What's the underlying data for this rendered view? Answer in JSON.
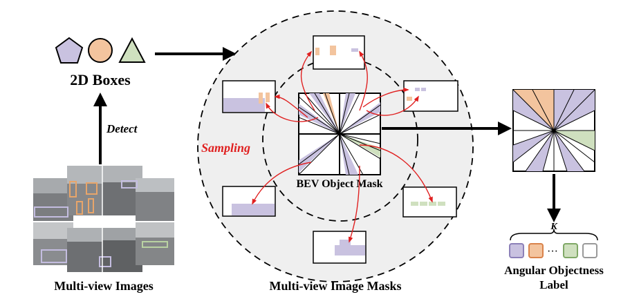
{
  "labels": {
    "boxes_title": "2D Boxes",
    "detect": "Detect",
    "sampling": "Sampling",
    "bev_mask": "BEV Object Mask",
    "multi_view_images": "Multi-view Images",
    "multi_view_masks": "Multi-view Image Masks",
    "k_symbol": "K",
    "dots": "···",
    "angular_line1": "Angular Objectness",
    "angular_line2": "Label"
  },
  "shapes": [
    "pentagon",
    "circle",
    "triangle"
  ],
  "colors": {
    "purple": "#c9c2e0",
    "purple_dark": "#8c80b8",
    "orange": "#f3c49e",
    "orange_dark": "#d9824a",
    "green": "#cfe0bf",
    "green_dark": "#7fa866",
    "gray_region": "#efefef",
    "red_arrow": "#e02020"
  },
  "label_swatches": [
    "purple",
    "orange",
    "green",
    "white"
  ]
}
